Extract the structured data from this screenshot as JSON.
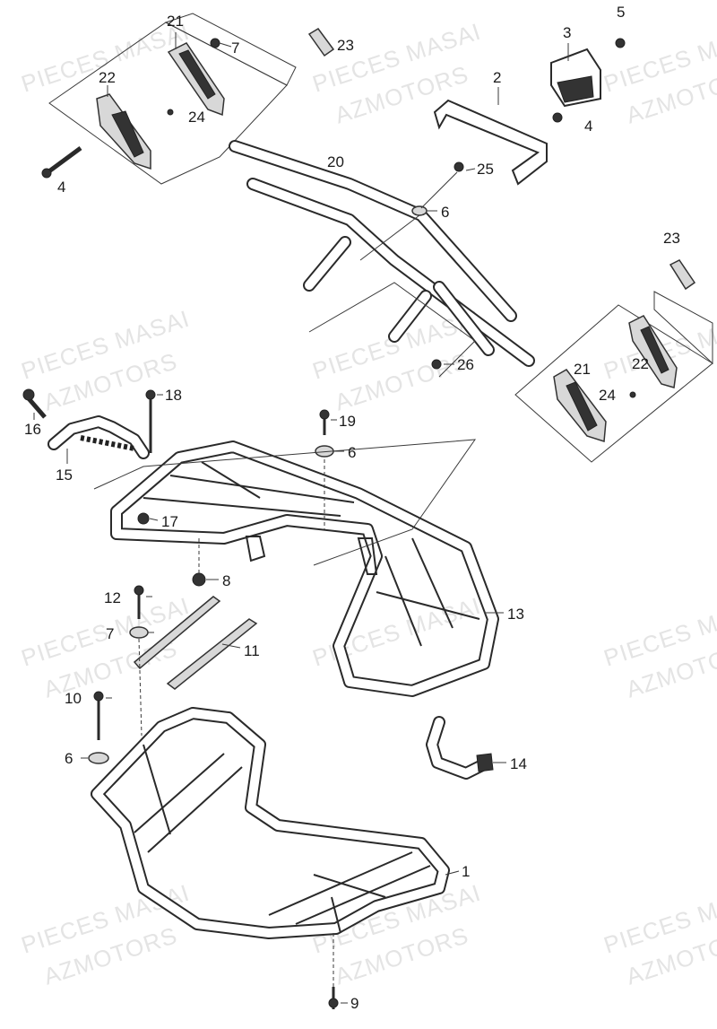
{
  "watermark": {
    "line1": "PIECES MASAI",
    "line2": "AZMOTORS"
  },
  "callouts": {
    "c1": "1",
    "c2": "2",
    "c3": "3",
    "c4a": "4",
    "c4b": "4",
    "c5": "5",
    "c6a": "6",
    "c6b": "6",
    "c6c": "6",
    "c7a": "7",
    "c7b": "7",
    "c8": "8",
    "c9": "9",
    "c10": "10",
    "c11": "11",
    "c12": "12",
    "c13": "13",
    "c14": "14",
    "c15": "15",
    "c16": "16",
    "c17": "17",
    "c18": "18",
    "c19": "19",
    "c20": "20",
    "c21a": "21",
    "c21b": "21",
    "c22a": "22",
    "c22b": "22",
    "c23a": "23",
    "c23b": "23",
    "c24a": "24",
    "c24b": "24",
    "c25": "25",
    "c26": "26"
  }
}
